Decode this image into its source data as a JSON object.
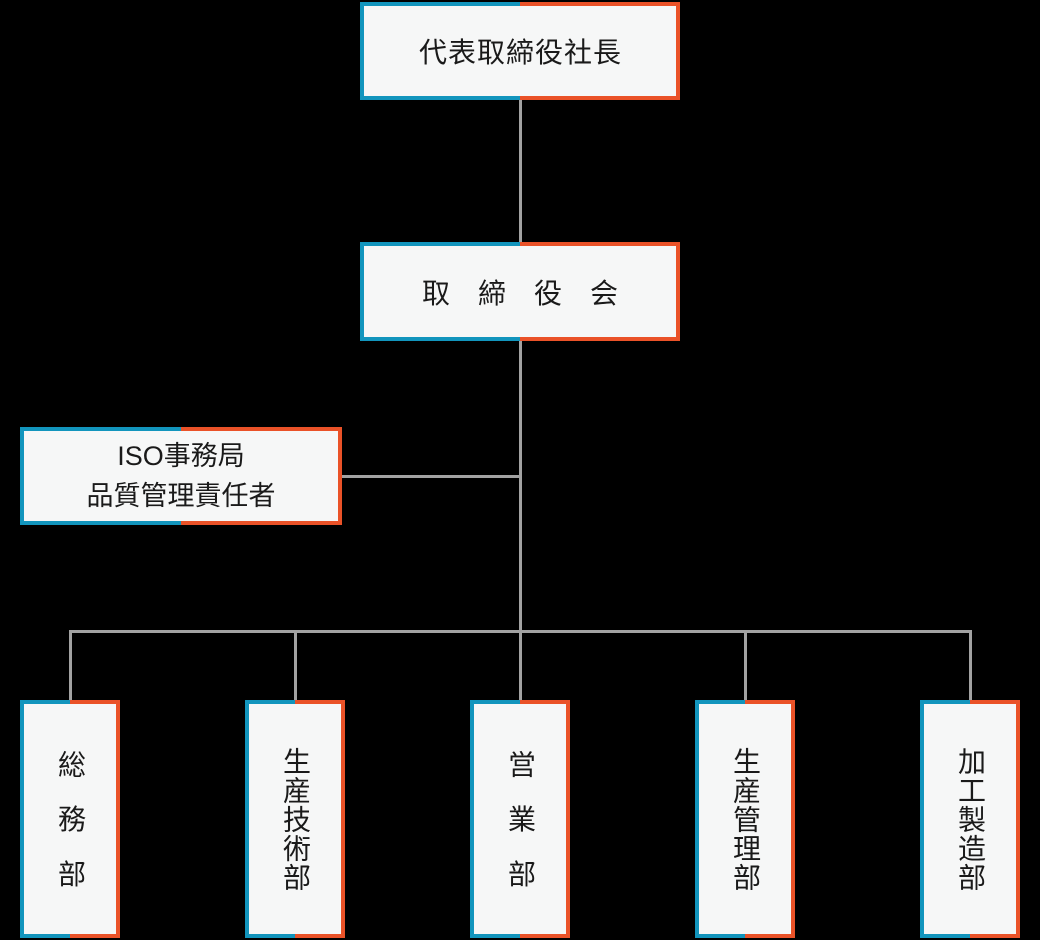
{
  "colors": {
    "accent_left": "#1295bd",
    "accent_right": "#ea5228",
    "connector": "#a2a2a2",
    "node_bg": "#f6f7f7",
    "text": "#1a1a1a",
    "background": "#000000"
  },
  "org_chart": {
    "nodes": {
      "president": {
        "label": "代表取締役社長"
      },
      "board": {
        "label": "取締役会"
      },
      "iso": {
        "line1": "ISO事務局",
        "line2": "品質管理責任者"
      },
      "departments": [
        {
          "label": "総務部"
        },
        {
          "label": "生産技術部"
        },
        {
          "label": "営業部"
        },
        {
          "label": "生産管理部"
        },
        {
          "label": "加工製造部"
        }
      ]
    }
  }
}
